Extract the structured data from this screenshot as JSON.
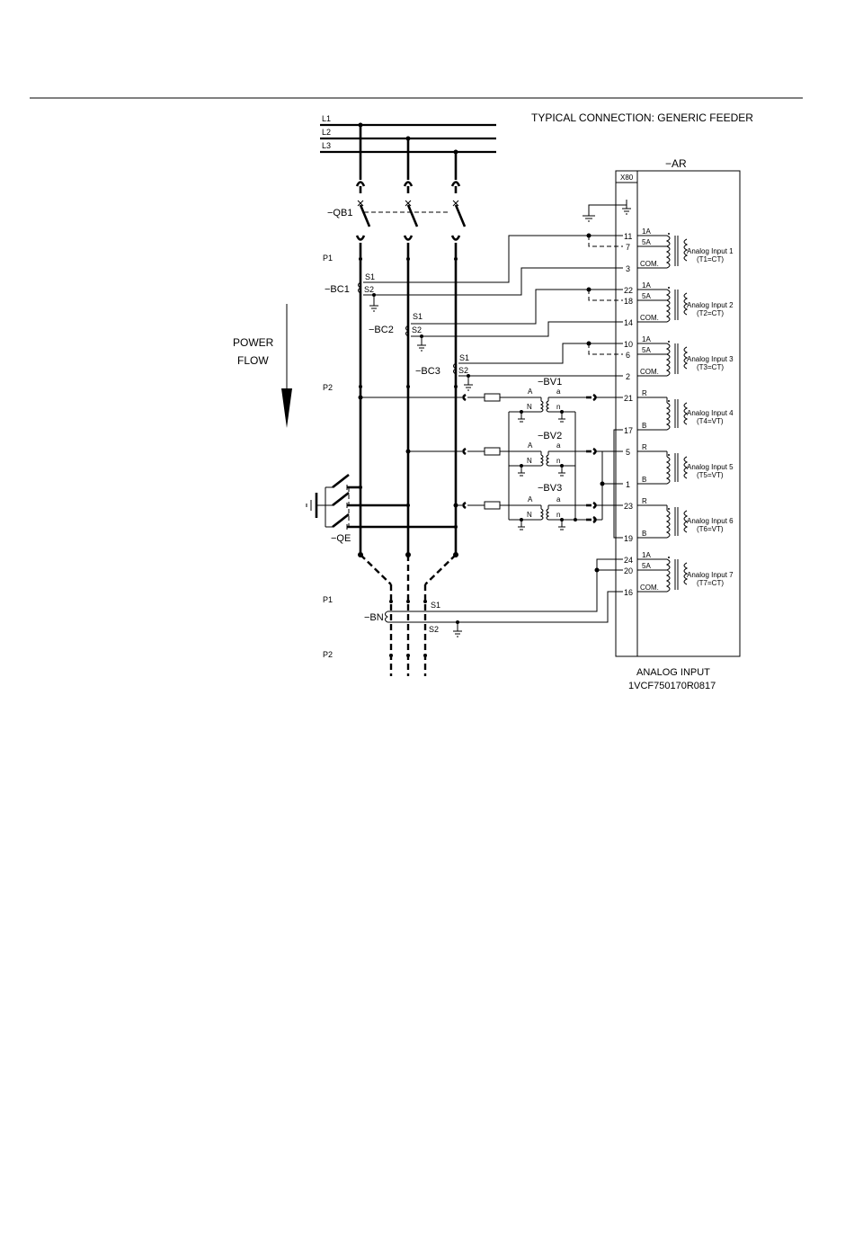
{
  "header": {
    "title": "TYPICAL CONNECTION: GENERIC FEEDER"
  },
  "lines": [
    "L1",
    "L2",
    "L3"
  ],
  "labels": {
    "qb1": "−QB1",
    "p1": "P1",
    "p2": "P2",
    "bc1": "−BC1",
    "bc2": "−BC2",
    "bc3": "−BC3",
    "s1": "S1",
    "s2": "S2",
    "bv1": "−BV1",
    "bv2": "−BV2",
    "bv3": "−BV3",
    "bv_a": "A",
    "bv_n": "N",
    "bv_sa": "a",
    "bv_sn": "n",
    "qe": "−QE",
    "bn": "−BN",
    "power_flow_1": "POWER",
    "power_flow_2": "FLOW",
    "ar": "−AR",
    "x80": "X80",
    "footer_1": "ANALOG INPUT",
    "footer_2": "1VCF750170R0817"
  },
  "terminals": [
    "11",
    "7",
    "3",
    "22",
    "18",
    "14",
    "10",
    "6",
    "2",
    "21",
    "17",
    "5",
    "1",
    "23",
    "19",
    "24",
    "20",
    "16"
  ],
  "analog_inputs": [
    {
      "taps": [
        "1A",
        "5A",
        "COM."
      ],
      "name": "Analog Input 1",
      "type": "(T1=CT)"
    },
    {
      "taps": [
        "1A",
        "5A",
        "COM."
      ],
      "name": "Analog Input 2",
      "type": "(T2=CT)"
    },
    {
      "taps": [
        "1A",
        "5A",
        "COM."
      ],
      "name": "Analog Input 3",
      "type": "(T3=CT)"
    },
    {
      "taps": [
        "R",
        "B"
      ],
      "name": "Analog Input 4",
      "type": "(T4=VT)"
    },
    {
      "taps": [
        "R",
        "B"
      ],
      "name": "Analog Input 5",
      "type": "(T5=VT)"
    },
    {
      "taps": [
        "R",
        "B"
      ],
      "name": "Analog Input 6",
      "type": "(T6=VT)"
    },
    {
      "taps": [
        "1A",
        "5A",
        "COM."
      ],
      "name": "Analog Input 7",
      "type": "(T7=CT)"
    }
  ]
}
